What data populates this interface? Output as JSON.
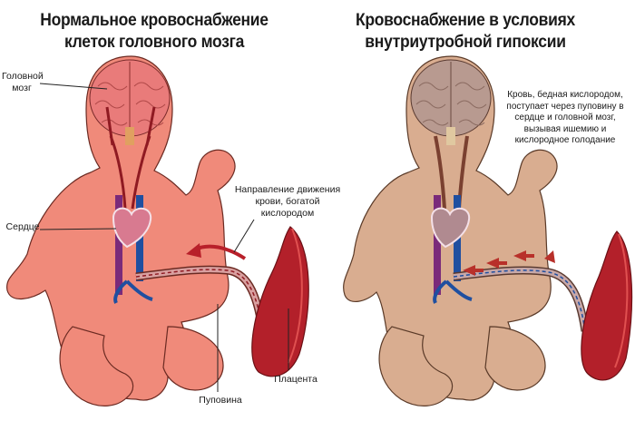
{
  "titles": {
    "left": "Нормальное кровоснабжение клеток головного мозга",
    "right": "Кровоснабжение в условиях внутриутробной гипоксии"
  },
  "labels": {
    "brain": "Головной мозг",
    "heart": "Сердце",
    "direction": "Направление движения крови, богатой кислородом",
    "umbilical_cord": "Пуповина",
    "placenta": "Плацента",
    "hypoxia_note": "Кровь, бедная кислородом, поступает через пуповину в сердце и головной мозг, вызывая ишемию и кислородное голодание"
  },
  "colors": {
    "normal_body": "#f08a7a",
    "hypoxia_body": "#d9ad90",
    "placenta": "#b3202a",
    "vein": "#1f4fa0",
    "artery": "#8f1a22"
  }
}
